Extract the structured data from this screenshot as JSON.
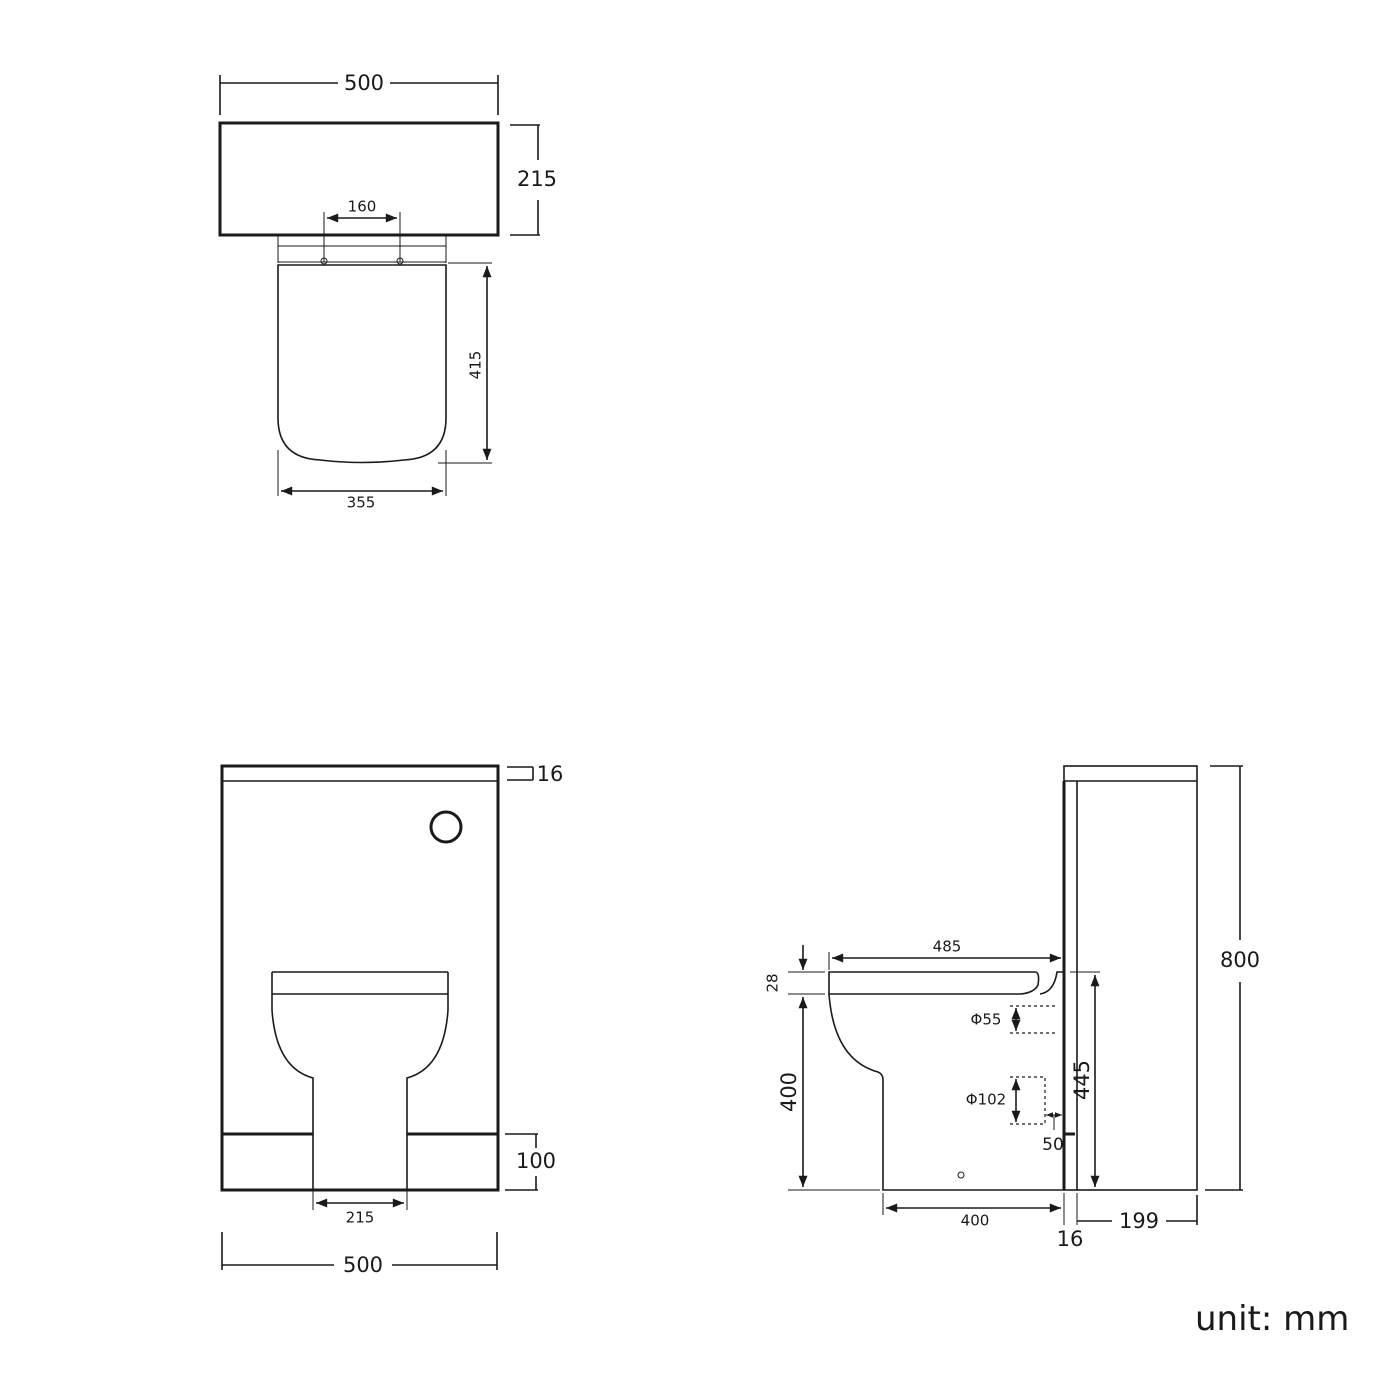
{
  "top_view": {
    "width": "500",
    "depth": "215",
    "hinge_spacing": "160",
    "seat_length": "415",
    "seat_width": "355"
  },
  "front_view": {
    "top_thickness": "16",
    "plinth_height": "100",
    "pan_width": "215",
    "width": "500"
  },
  "side_view": {
    "seat_projection": "485",
    "seat_thickness": "28",
    "pan_height": "400",
    "outlet_height": "445",
    "inlet_diameter": "Φ55",
    "outlet_diameter": "Φ102",
    "outlet_offset": "50",
    "pan_depth": "400",
    "panel_thickness": "16",
    "cabinet_depth": "199",
    "height": "800"
  },
  "unit_label": "unit: mm",
  "colors": {
    "line": "#1a1a1a",
    "background": "#ffffff"
  }
}
